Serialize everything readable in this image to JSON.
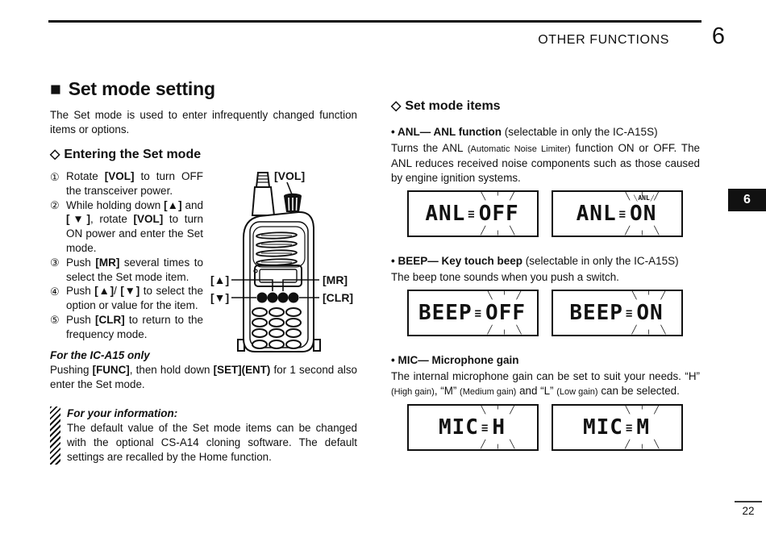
{
  "header": {
    "section": "OTHER FUNCTIONS",
    "chapter": "6"
  },
  "side_tab": {
    "chapter": "6"
  },
  "footer": {
    "page": "22"
  },
  "colors": {
    "ink": "#111111",
    "paper": "#ffffff"
  },
  "left": {
    "title": {
      "marker": "■",
      "text": "Set mode setting"
    },
    "intro": "The Set mode is used to enter infrequently changed function items or options.",
    "entering": {
      "marker": "◇",
      "heading": "Entering the Set mode"
    },
    "steps": [
      {
        "num": "①",
        "segments": [
          {
            "t": "Rotate "
          },
          {
            "t": "[VOL]",
            "b": 1
          },
          {
            "t": " to turn OFF the transceiver power."
          }
        ]
      },
      {
        "num": "②",
        "segments": [
          {
            "t": "While holding down "
          },
          {
            "t": "[▲]",
            "b": 1
          },
          {
            "t": " and "
          },
          {
            "t": "[▼]",
            "b": 1
          },
          {
            "t": ", rotate "
          },
          {
            "t": "[VOL]",
            "b": 1
          },
          {
            "t": " to turn ON power and enter the Set mode."
          }
        ]
      },
      {
        "num": "③",
        "segments": [
          {
            "t": "Push "
          },
          {
            "t": "[MR]",
            "b": 1
          },
          {
            "t": " several times to select the Set mode item."
          }
        ]
      },
      {
        "num": "④",
        "segments": [
          {
            "t": "Push "
          },
          {
            "t": "[▲]",
            "b": 1
          },
          {
            "t": "/ "
          },
          {
            "t": "[▼]",
            "b": 1
          },
          {
            "t": " to select the option or value for the item."
          }
        ]
      },
      {
        "num": "⑤",
        "segments": [
          {
            "t": "Push "
          },
          {
            "t": "[CLR]",
            "b": 1
          },
          {
            "t": " to return to the frequency mode."
          }
        ]
      }
    ],
    "radio_labels": {
      "vol": "[VOL]",
      "up": "[▲]",
      "down": "[▼]",
      "mr": "[MR]",
      "clr": "[CLR]"
    },
    "a15": {
      "title": "For the IC-A15 only",
      "segments": [
        {
          "t": "Pushing "
        },
        {
          "t": "[FUNC]",
          "b": 1
        },
        {
          "t": ", then hold down "
        },
        {
          "t": "[SET](ENT)",
          "b": 1
        },
        {
          "t": " for 1 second also enter the Set mode."
        }
      ]
    },
    "info": {
      "title": "For your information:",
      "body": "The default value of the Set mode items can be changed with the optional CS-A14 cloning software. The default settings are recalled by the Home function."
    }
  },
  "right": {
    "heading": {
      "marker": "◇",
      "text": "Set mode items"
    },
    "anl": {
      "title": [
        {
          "t": "• ANL— ANL function",
          "b": 1
        },
        {
          "t": " (selectable in only the IC-A15S)"
        }
      ],
      "body": [
        {
          "t": "Turns the ANL "
        },
        {
          "t": "(Automatic Noise Limiter)",
          "s": 1
        },
        {
          "t": " function ON or OFF. The ANL reduces received noise components such as those caused by engine ignition systems."
        }
      ],
      "displays": [
        {
          "label": "ANL",
          "sep": "≡",
          "value": "OFF"
        },
        {
          "label": "ANL",
          "sep": "≡",
          "value": "ON",
          "indicator": "ANL"
        }
      ]
    },
    "beep": {
      "title": [
        {
          "t": "• BEEP— Key touch beep",
          "b": 1
        },
        {
          "t": " (selectable in only the IC-A15S)"
        }
      ],
      "body": [
        {
          "t": "The beep tone sounds when you push a switch."
        }
      ],
      "displays": [
        {
          "label": "BEEP",
          "sep": "≡",
          "value": "OFF"
        },
        {
          "label": "BEEP",
          "sep": "≡",
          "value": "ON"
        }
      ]
    },
    "mic": {
      "title": [
        {
          "t": "• MIC— Microphone gain",
          "b": 1
        }
      ],
      "body": [
        {
          "t": "The internal microphone gain can be set to suit your needs. “H” "
        },
        {
          "t": "(High gain)",
          "s": 1
        },
        {
          "t": ", “M” "
        },
        {
          "t": "(Medium gain)",
          "s": 1
        },
        {
          "t": " and “L” "
        },
        {
          "t": "(Low gain)",
          "s": 1
        },
        {
          "t": " can be selected."
        }
      ],
      "displays": [
        {
          "label": "MIC",
          "sep": "≡",
          "value": "H"
        },
        {
          "label": "MIC",
          "sep": "≡",
          "value": "M"
        }
      ]
    }
  }
}
